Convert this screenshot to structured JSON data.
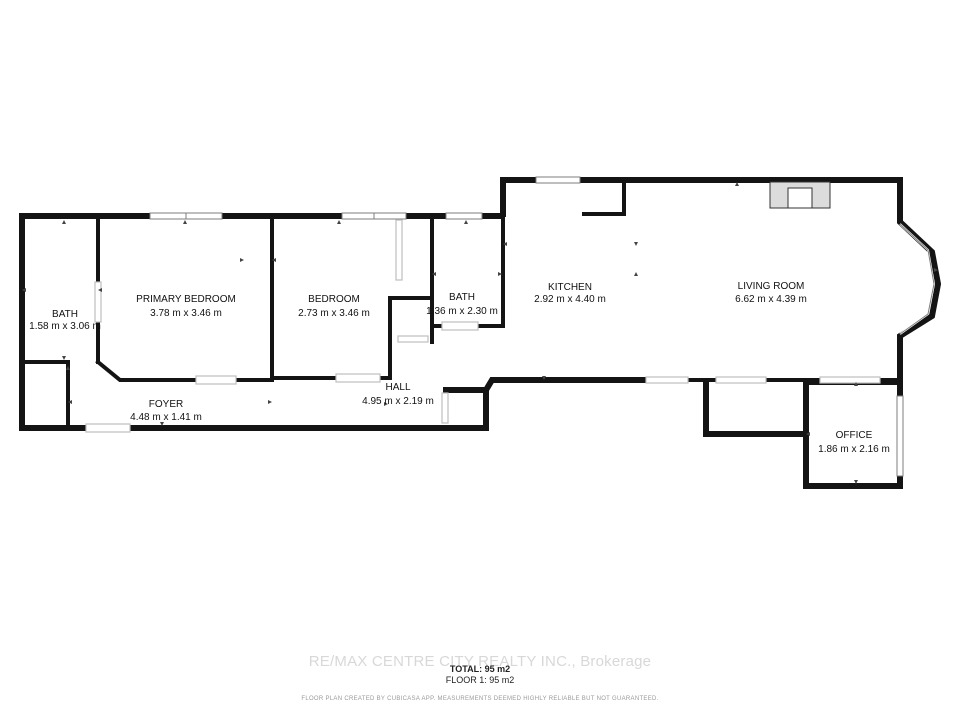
{
  "rooms": [
    {
      "id": "bath-left",
      "name": "BATH",
      "dims": "1.58 m x 3.06 m"
    },
    {
      "id": "primary-bedroom",
      "name": "PRIMARY BEDROOM",
      "dims": "3.78 m x 3.46 m"
    },
    {
      "id": "bedroom",
      "name": "BEDROOM",
      "dims": "2.73 m x 3.46 m"
    },
    {
      "id": "bath-center",
      "name": "BATH",
      "dims": "1.36 m x 2.30 m"
    },
    {
      "id": "kitchen",
      "name": "KITCHEN",
      "dims": "2.92 m x 4.40 m"
    },
    {
      "id": "living-room",
      "name": "LIVING ROOM",
      "dims": "6.62 m x 4.39 m"
    },
    {
      "id": "foyer",
      "name": "FOYER",
      "dims": "4.48 m x 1.41 m"
    },
    {
      "id": "hall",
      "name": "HALL",
      "dims": "4.95 m x 2.19 m"
    },
    {
      "id": "office",
      "name": "OFFICE",
      "dims": "1.86 m x 2.16 m"
    }
  ],
  "footer": {
    "watermark": "RE/MAX CENTRE CITY REALTY INC., Brokerage",
    "total_area": "TOTAL: 95 m2",
    "floor_area": "FLOOR 1: 95 m2",
    "disclaimer": "FLOOR PLAN CREATED BY CUBICASA APP. MEASUREMENTS DEEMED HIGHLY RELIABLE BUT NOT GUARANTEED."
  }
}
